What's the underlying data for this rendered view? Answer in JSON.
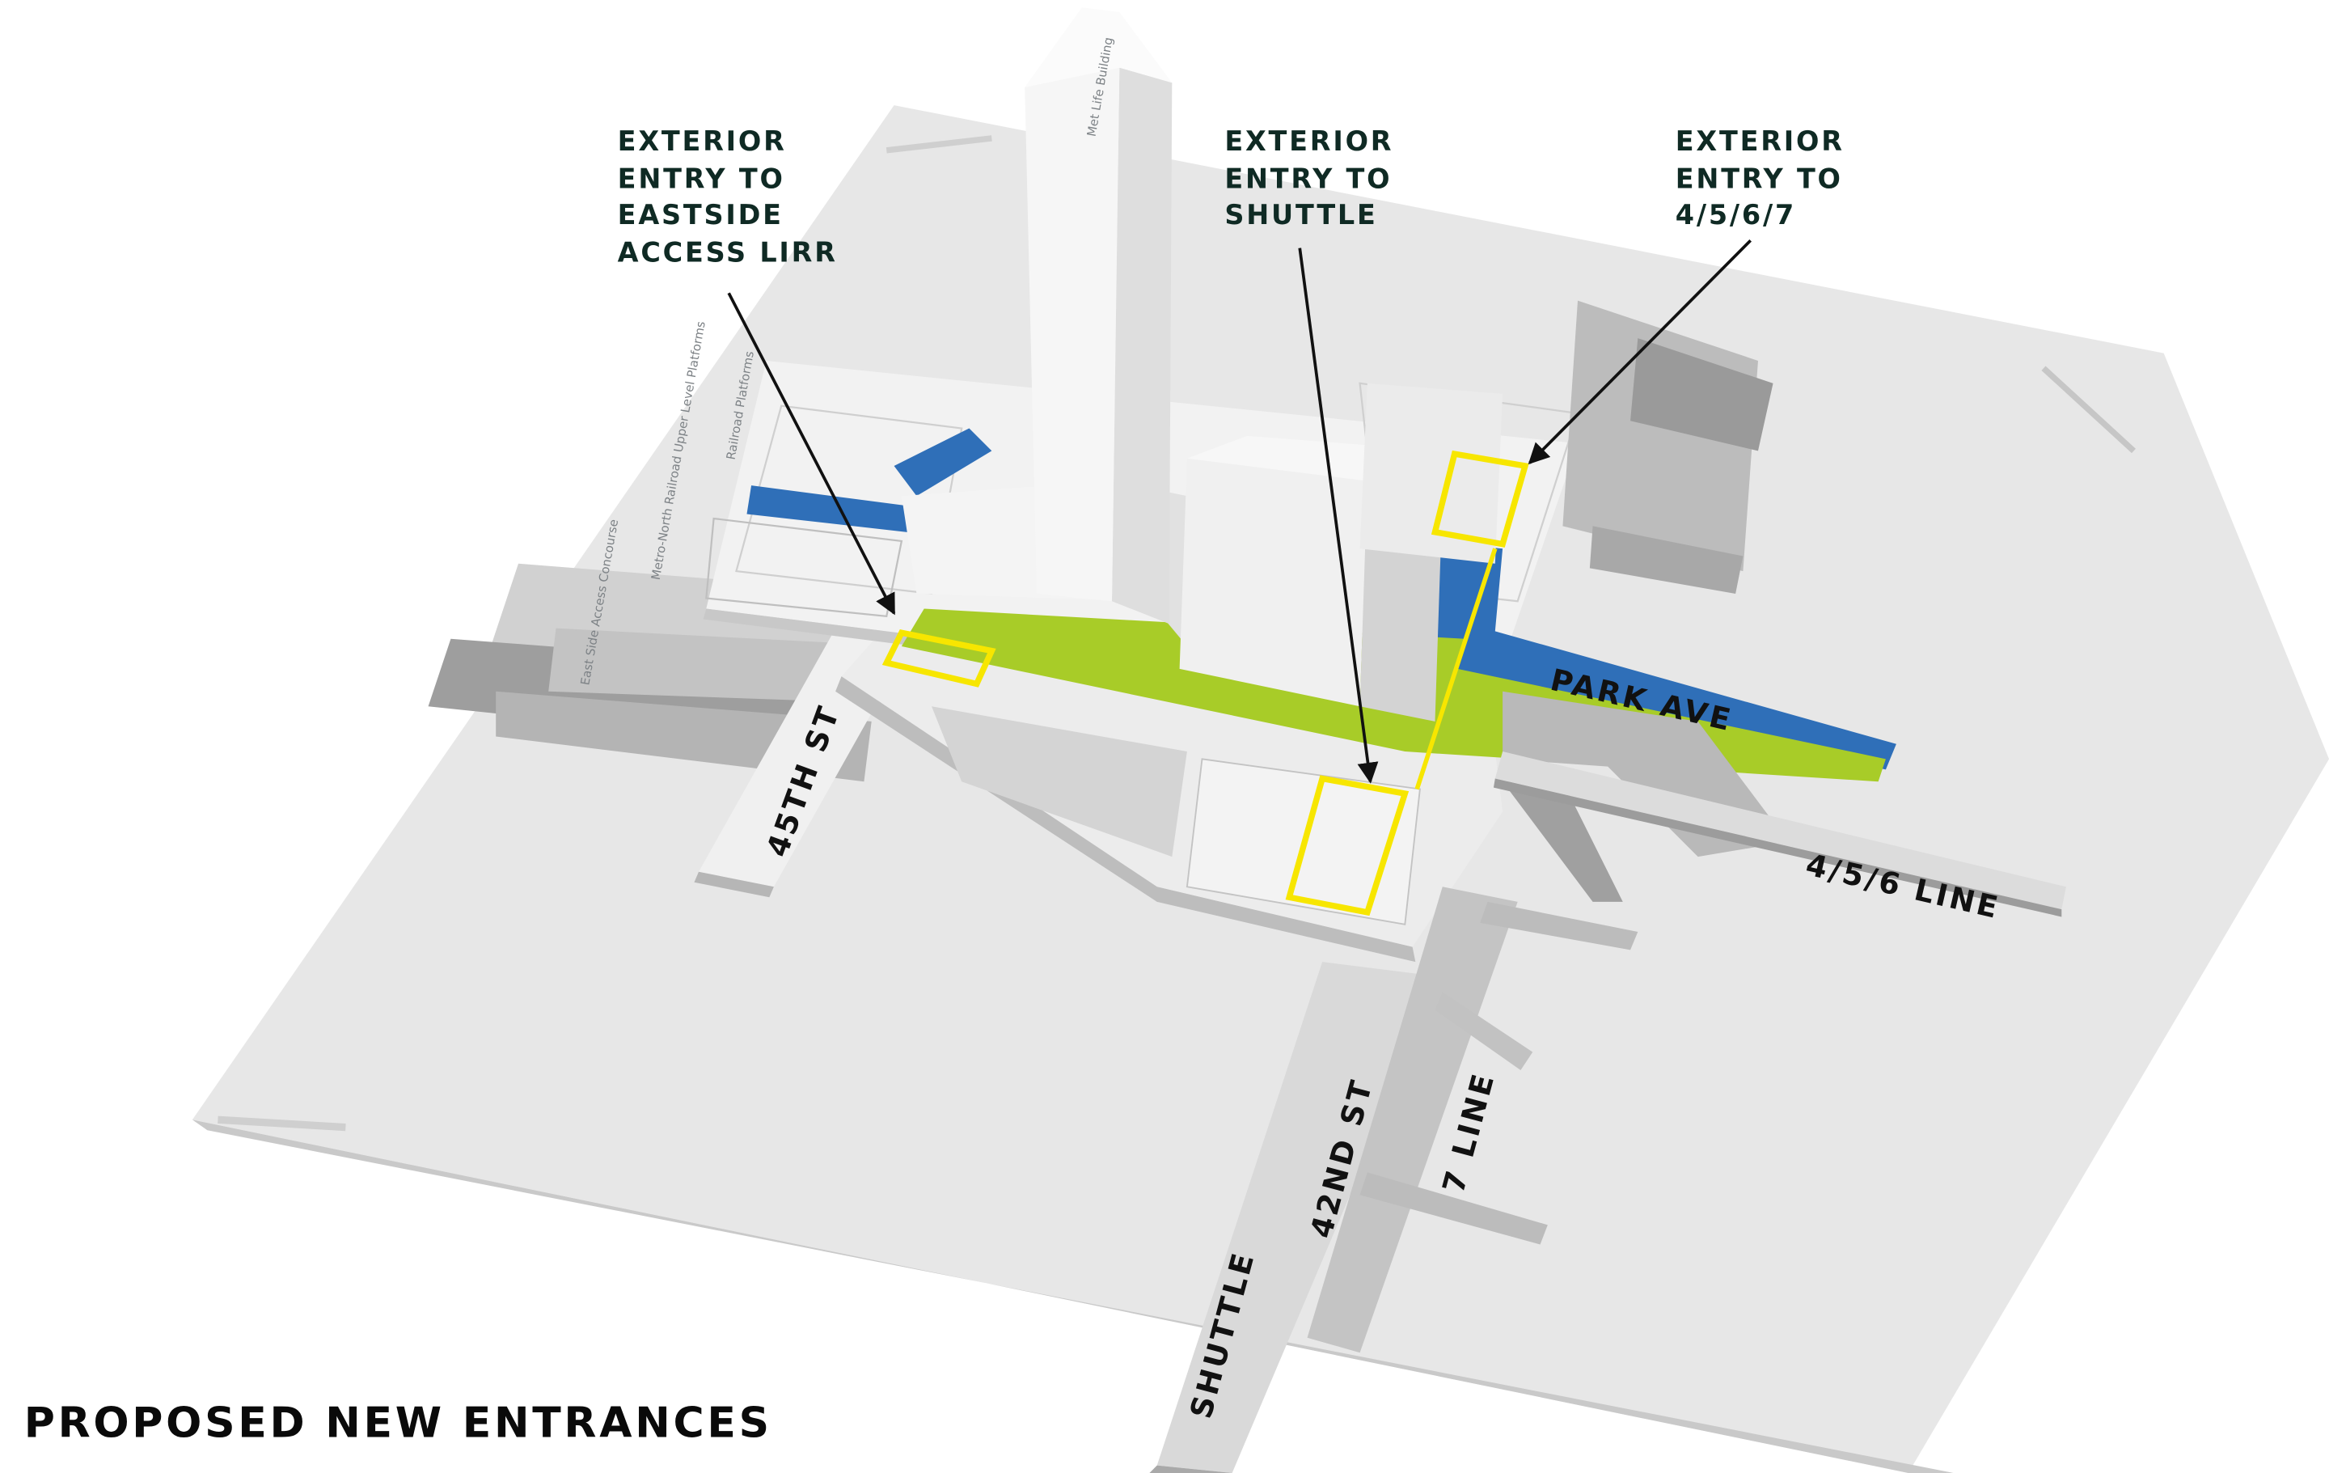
{
  "callouts": [
    {
      "id": "lirr",
      "text": "EXTERIOR\nENTRY TO\nEASTSIDE\nACCESS LIRR"
    },
    {
      "id": "shuttle",
      "text": "EXTERIOR\nENTRY TO\nSHUTTLE"
    },
    {
      "id": "lines",
      "text": "EXTERIOR\nENTRY TO\n4/5/6/7"
    }
  ],
  "streets": {
    "st45": "45TH ST",
    "park": "PARK AVE",
    "line456": "4/5/6 LINE",
    "st42": "42ND ST",
    "line7": "7 LINE",
    "shuttle": "SHUTTLE"
  },
  "model_labels": {
    "metlife": "Met Life Building",
    "railroad": "Railroad Platforms",
    "metro_north": "Metro-North Railroad Upper Level Platforms",
    "east_side": "East Side Access Concourse"
  },
  "caption": "PROPOSED NEW ENTRANCES",
  "colors": {
    "highlight": "#f7e600",
    "blue_route": "#2f6fb8",
    "green_route": "#a8cc28",
    "text": "#0f2a24"
  }
}
